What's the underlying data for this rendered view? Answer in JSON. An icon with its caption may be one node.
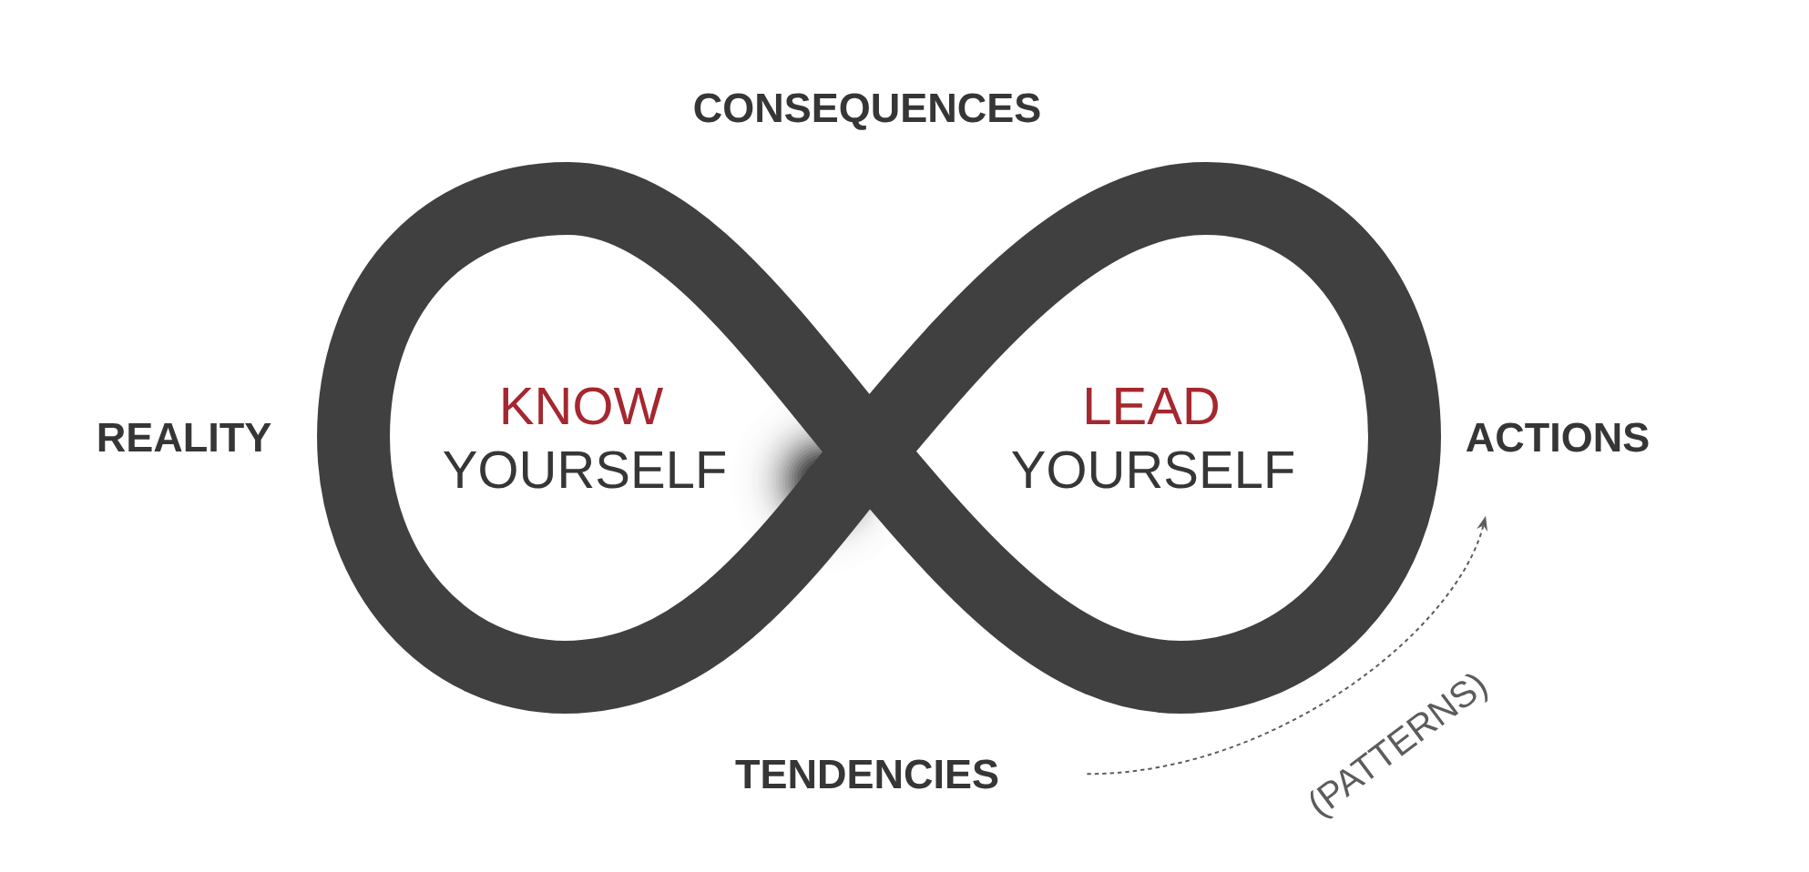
{
  "diagram": {
    "nodes": [
      {
        "text": [
          "ACTIONS"
        ]
      },
      {
        "text": [
          "TENDENCIES"
        ]
      }
    ],
    "edges": [
      {
        "from": 1,
        "to": 0,
        "arrow": "to",
        "label": "(PATTERNS)",
        "style": "dashed"
      }
    ],
    "labels": [
      "CONSEQUENCES",
      "REALITY",
      "KNOW",
      "YOURSELF",
      "LEAD",
      "YOURSELF"
    ]
  }
}
